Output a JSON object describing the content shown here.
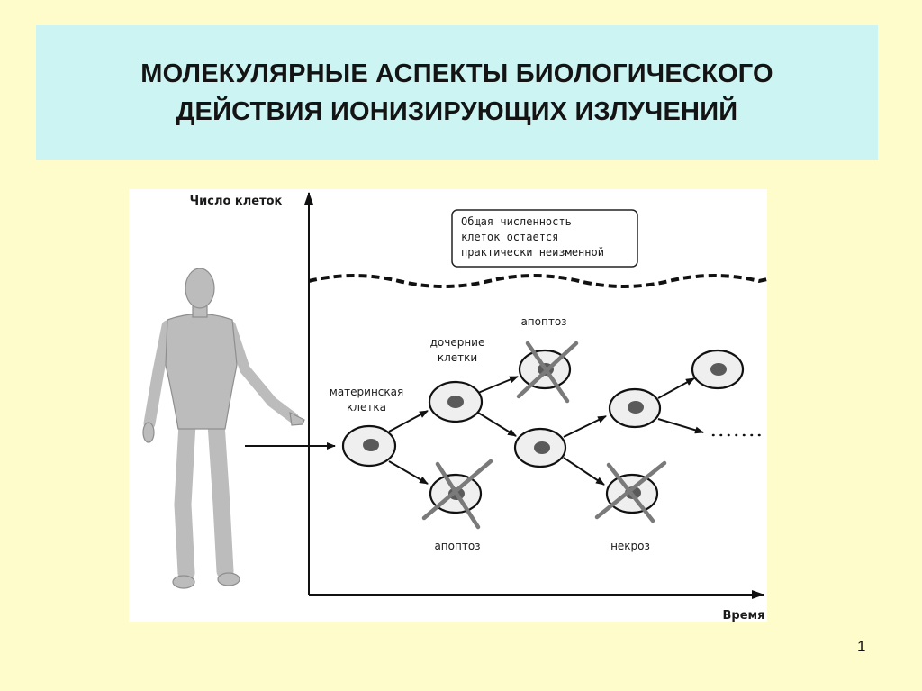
{
  "title": {
    "line1": "МОЛЕКУЛЯРНЫЕ АСПЕКТЫ БИОЛОГИЧЕСКОГО",
    "line2": "ДЕЙСТВИЯ ИОНИЗИРУЮЩИХ ИЗЛУЧЕНИЙ"
  },
  "diagram": {
    "y_axis_label": "Число клеток",
    "x_axis_label": "Время",
    "note": [
      "Общая численность",
      "клеток остается",
      "практически неизменной"
    ],
    "labels": {
      "mother_1": "материнская",
      "mother_2": "клетка",
      "daughter_1": "дочерние",
      "daughter_2": "клетки",
      "apoptosis_top": "апоптоз",
      "apoptosis_bottom": "апоптоз",
      "necrosis": "некроз"
    }
  },
  "page_number": "1",
  "colors": {
    "background": "#fdfcca",
    "title_background": "#ccf4f2",
    "diagram_background": "#ffffff"
  }
}
